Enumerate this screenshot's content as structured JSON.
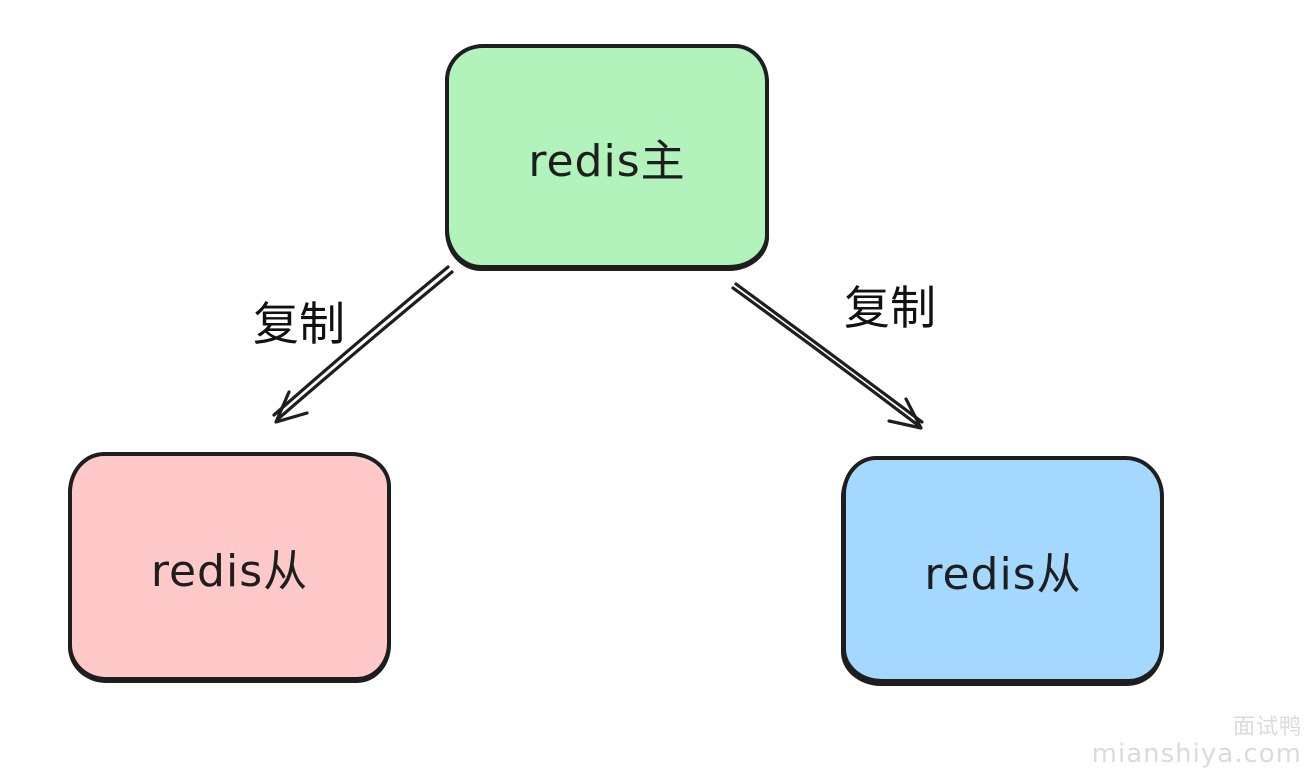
{
  "page": {
    "background": "#ffffff",
    "ink_color": "#1e1e1e"
  },
  "diagram": {
    "type": "topology",
    "description": "Redis master-slave replication diagram",
    "nodes": [
      {
        "id": "redis-master",
        "label": "redis主",
        "fill": "#b2f2bb",
        "position": "top-center"
      },
      {
        "id": "redis-slave-left",
        "label": "redis从",
        "fill": "#ffc9c9",
        "position": "bottom-left"
      },
      {
        "id": "redis-slave-right",
        "label": "redis从",
        "fill": "#a5d8ff",
        "position": "bottom-right"
      }
    ],
    "edges": [
      {
        "from": "redis-master",
        "to": "redis-slave-left",
        "label": "复制",
        "direction": "down-left"
      },
      {
        "from": "redis-master",
        "to": "redis-slave-right",
        "label": "复制",
        "direction": "down-right"
      }
    ]
  },
  "watermark": {
    "title": "面试鸭",
    "site": "mianshiya.com",
    "color": "#dbdbdb"
  }
}
